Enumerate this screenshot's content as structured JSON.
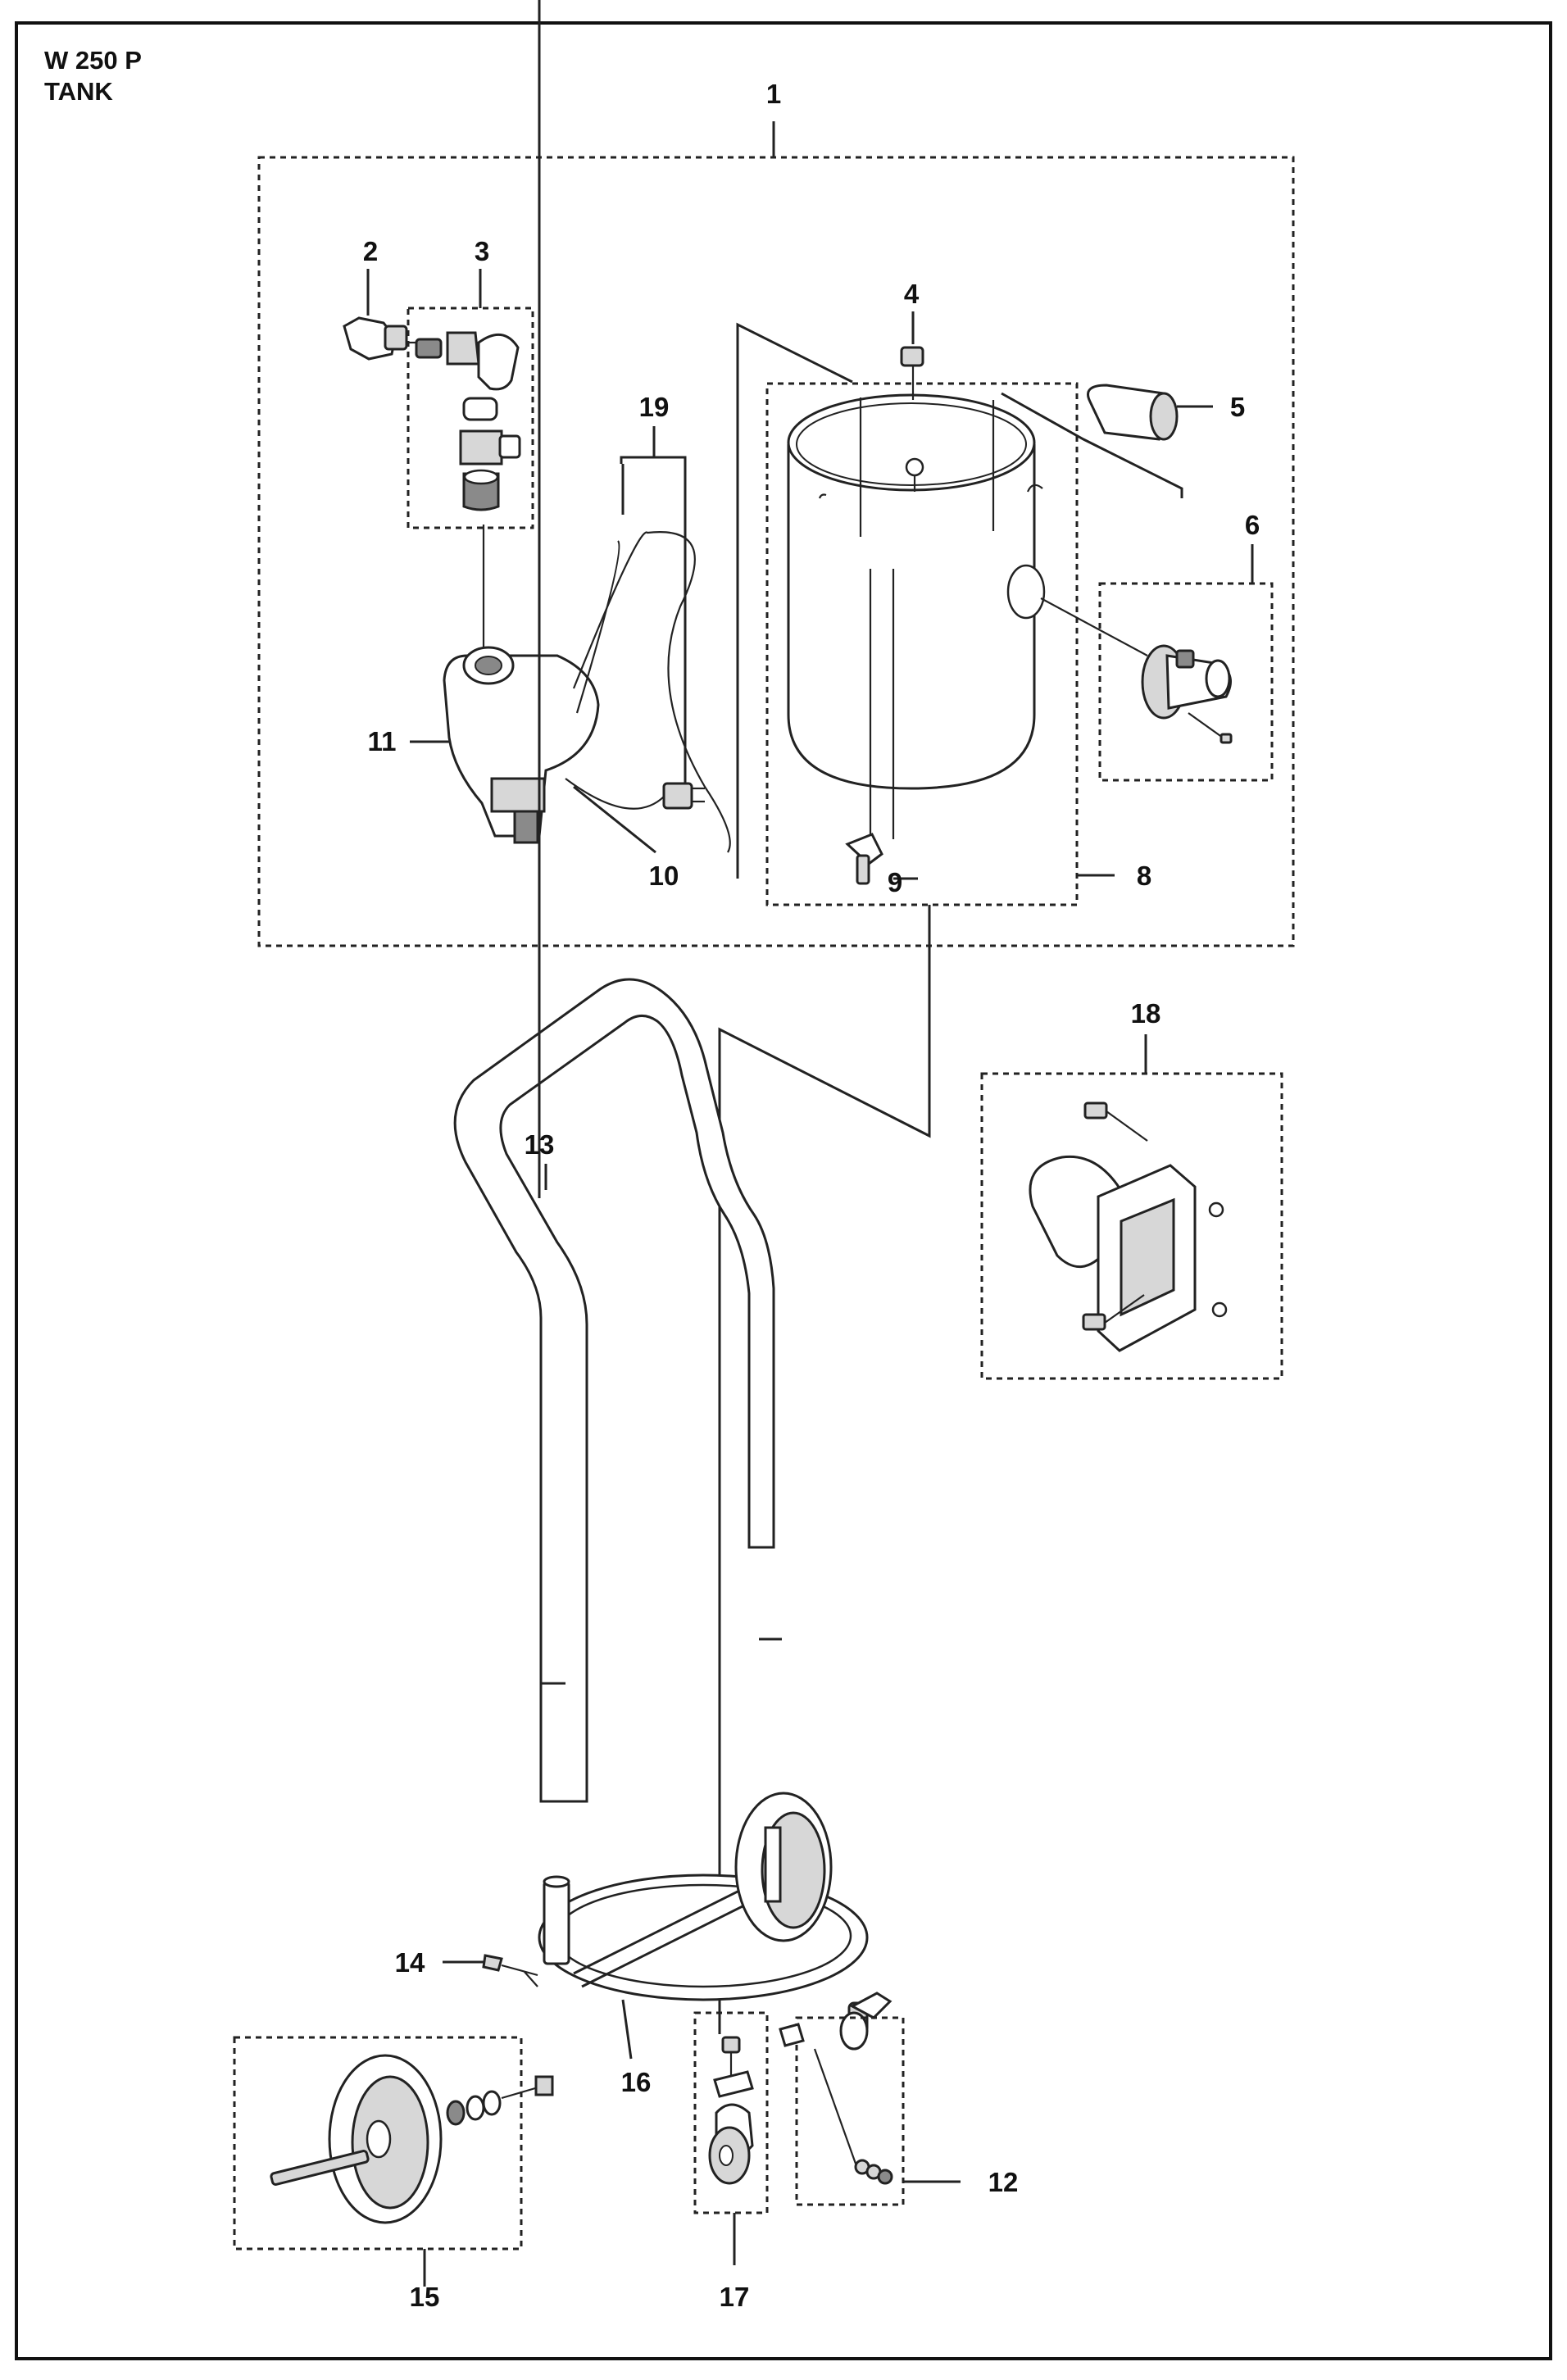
{
  "header": {
    "model": "W 250 P",
    "section": "TANK"
  },
  "parts": [
    "1",
    "2",
    "3",
    "4",
    "5",
    "6",
    "8",
    "9",
    "10",
    "11",
    "12",
    "13",
    "14",
    "15",
    "16",
    "17",
    "18",
    "19"
  ]
}
